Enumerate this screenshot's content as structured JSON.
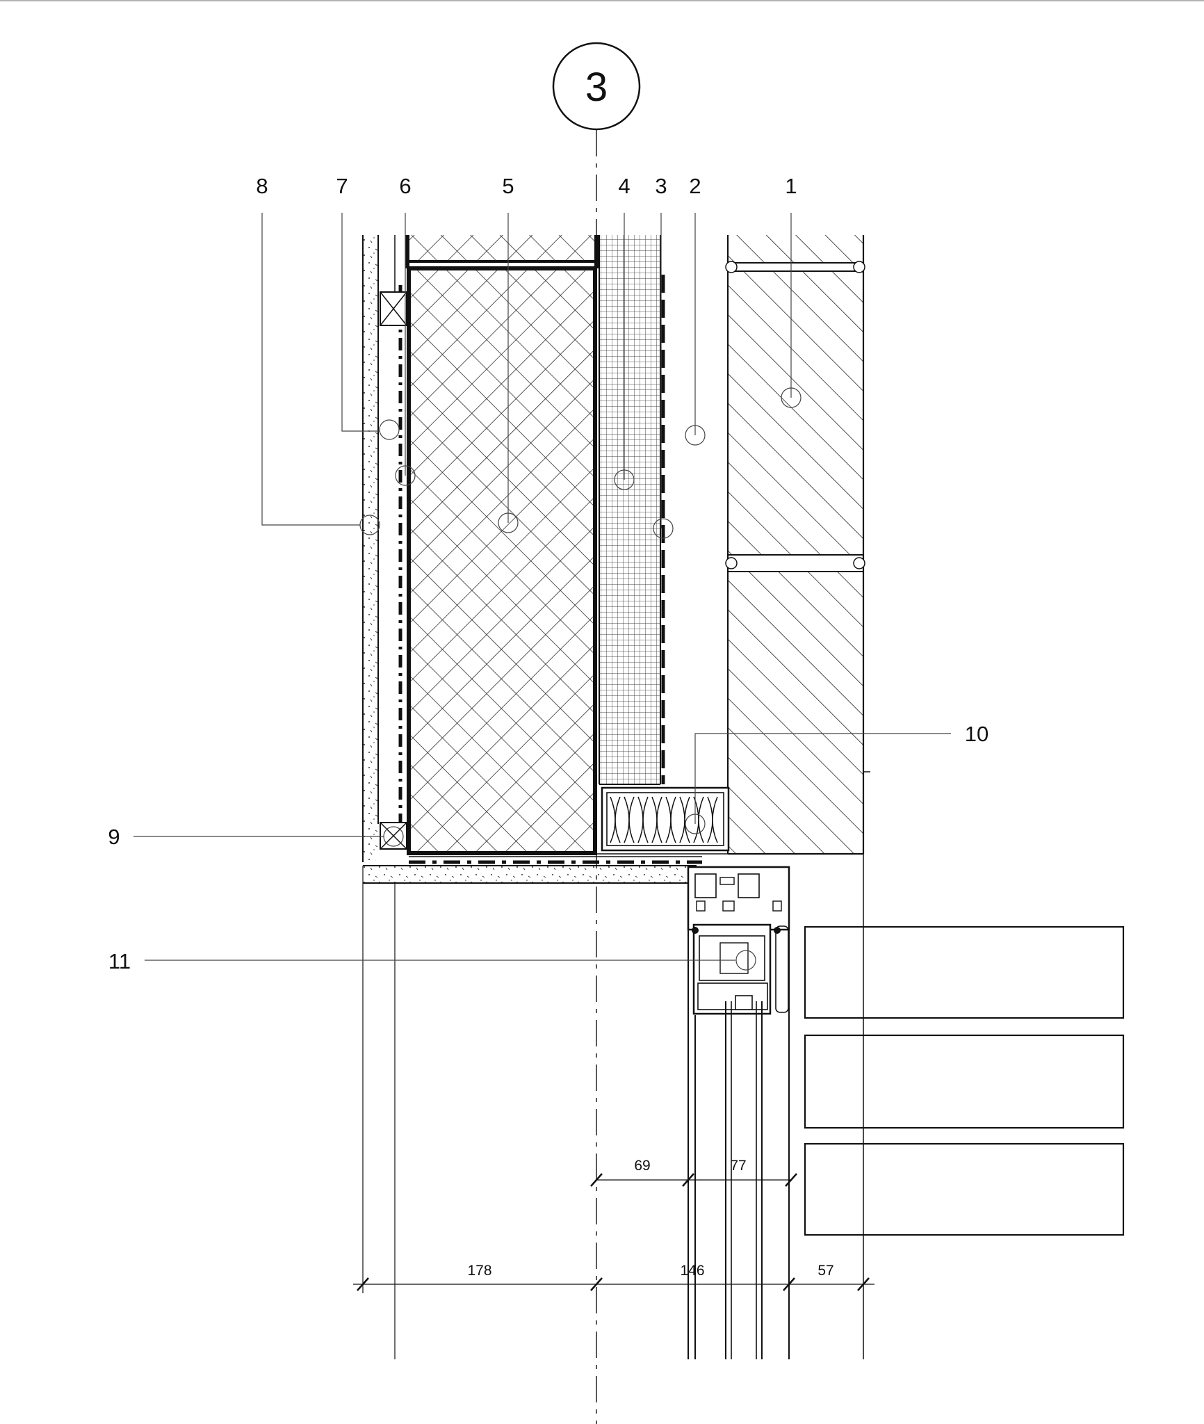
{
  "grid_marker": "3",
  "callouts": [
    "1",
    "2",
    "3",
    "4",
    "5",
    "6",
    "7",
    "8",
    "9",
    "10",
    "11"
  ],
  "dimensions": {
    "upper": [
      "69",
      "77"
    ],
    "lower": [
      "178",
      "146",
      "57"
    ]
  }
}
